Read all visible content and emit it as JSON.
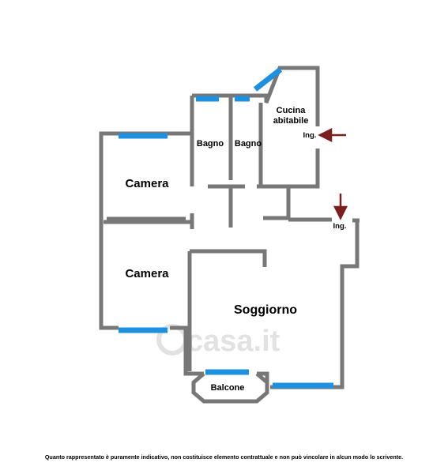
{
  "rooms": {
    "camera_top": "Camera",
    "camera_bottom": "Camera",
    "bagno_left": "Bagno",
    "bagno_right": "Bagno",
    "cucina_line1": "Cucina",
    "cucina_line2": "abitabile",
    "soggiorno": "Soggiorno",
    "balcone": "Balcone"
  },
  "entrances": {
    "kitchen": "Ing.",
    "hall": "Ing."
  },
  "watermark": "casa.it",
  "disclaimer": "Quanto rappresentato è puramente indicativo, non costituisce elemento contrattuale e non può vincolare in alcun modo lo scrivente.",
  "colors": {
    "wall": "#777777",
    "window": "#1e90e0",
    "arrow": "#7a1e1e"
  },
  "icons": {
    "entrance_arrow": "arrow-icon"
  }
}
